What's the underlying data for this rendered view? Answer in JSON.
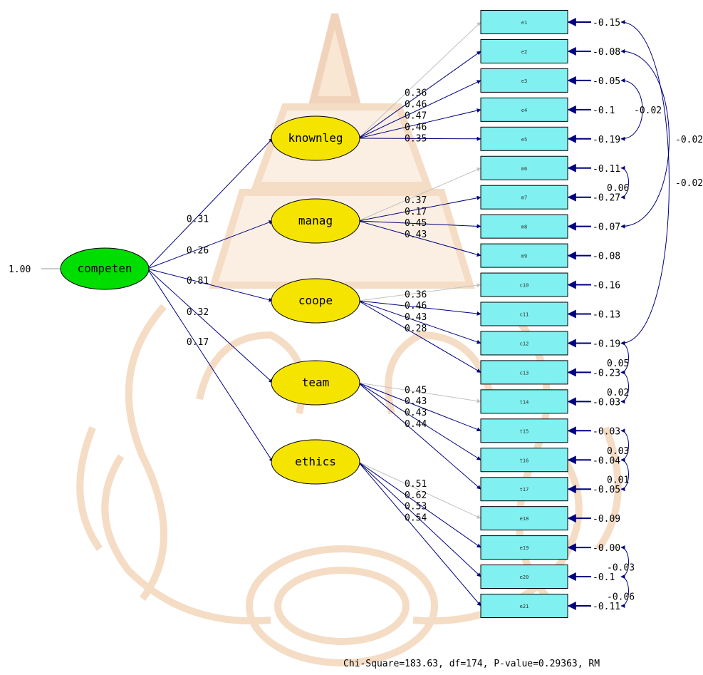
{
  "colors": {
    "latent_second": "#00dd00",
    "latent_first": "#f5e400",
    "observed": "#80f0f0",
    "path": "#000080",
    "path_fixed": "#c0c0c0",
    "watermark": "#e8b07a"
  },
  "variance_label": "1.00",
  "second_order": {
    "id": "competen",
    "label": "competen"
  },
  "factors": [
    {
      "id": "knownleg",
      "label": "knownleg",
      "loading_label": "0.31"
    },
    {
      "id": "manag",
      "label": "manag",
      "loading_label": "0.26"
    },
    {
      "id": "coope",
      "label": "coope",
      "loading_label": "0.81"
    },
    {
      "id": "team",
      "label": "team",
      "loading_label": "0.32"
    },
    {
      "id": "ethics",
      "label": "ethics",
      "loading_label": "0.17"
    }
  ],
  "observed": [
    {
      "id": "e1",
      "label": "e1",
      "factor": 0,
      "fixed": true,
      "loading_label": "0.36",
      "error_label": "0.15"
    },
    {
      "id": "e2",
      "label": "e2",
      "factor": 0,
      "fixed": false,
      "loading_label": "0.46",
      "error_label": "0.08"
    },
    {
      "id": "e3",
      "label": "e3",
      "factor": 0,
      "fixed": false,
      "loading_label": "0.47",
      "error_label": "0.05"
    },
    {
      "id": "e4",
      "label": "e4",
      "factor": 0,
      "fixed": false,
      "loading_label": "0.46",
      "error_label": "0.1"
    },
    {
      "id": "e5",
      "label": "e5",
      "factor": 0,
      "fixed": false,
      "loading_label": "0.35",
      "error_label": "0.19"
    },
    {
      "id": "m6",
      "label": "m6",
      "factor": 1,
      "fixed": true,
      "loading_label": "0.37",
      "error_label": "0.11"
    },
    {
      "id": "m7",
      "label": "m7",
      "factor": 1,
      "fixed": false,
      "loading_label": "0.17",
      "error_label": "0.27"
    },
    {
      "id": "m8",
      "label": "m8",
      "factor": 1,
      "fixed": false,
      "loading_label": "0.45",
      "error_label": "0.07"
    },
    {
      "id": "m9",
      "label": "m9",
      "factor": 1,
      "fixed": false,
      "loading_label": "0.43",
      "error_label": "0.08"
    },
    {
      "id": "c10",
      "label": "c10",
      "factor": 2,
      "fixed": true,
      "loading_label": "0.36",
      "error_label": "0.16"
    },
    {
      "id": "c11",
      "label": "c11",
      "factor": 2,
      "fixed": false,
      "loading_label": "0.46",
      "error_label": "0.13"
    },
    {
      "id": "c12",
      "label": "c12",
      "factor": 2,
      "fixed": false,
      "loading_label": "0.43",
      "error_label": "0.19"
    },
    {
      "id": "c13",
      "label": "c13",
      "factor": 2,
      "fixed": false,
      "loading_label": "0.28",
      "error_label": "0.23"
    },
    {
      "id": "t14",
      "label": "t14",
      "factor": 3,
      "fixed": true,
      "loading_label": "0.45",
      "error_label": "0.03"
    },
    {
      "id": "t15",
      "label": "t15",
      "factor": 3,
      "fixed": false,
      "loading_label": "0.43",
      "error_label": "0.03"
    },
    {
      "id": "t16",
      "label": "t16",
      "factor": 3,
      "fixed": false,
      "loading_label": "0.43",
      "error_label": "0.04"
    },
    {
      "id": "t17",
      "label": "t17",
      "factor": 3,
      "fixed": false,
      "loading_label": "0.44",
      "error_label": "0.05"
    },
    {
      "id": "e18",
      "label": "e18",
      "factor": 4,
      "fixed": true,
      "loading_label": "0.51",
      "error_label": "0.09"
    },
    {
      "id": "e19",
      "label": "e19",
      "factor": 4,
      "fixed": false,
      "loading_label": "0.62",
      "error_label": "0.00"
    },
    {
      "id": "e20",
      "label": "e20",
      "factor": 4,
      "fixed": false,
      "loading_label": "0.53",
      "error_label": "0.1"
    },
    {
      "id": "e21",
      "label": "e21",
      "factor": 4,
      "fixed": false,
      "loading_label": "0.54",
      "error_label": "0.11"
    }
  ],
  "covariances": [
    {
      "from": 0,
      "to": 11,
      "label": "-0.02"
    },
    {
      "from": 1,
      "to": 7,
      "label": "-0.02"
    },
    {
      "from": 2,
      "to": 4,
      "label": "-0.02"
    },
    {
      "from": 5,
      "to": 6,
      "label": "0.06"
    },
    {
      "from": 11,
      "to": 12,
      "label": "0.05"
    },
    {
      "from": 12,
      "to": 13,
      "label": "0.02"
    },
    {
      "from": 14,
      "to": 15,
      "label": "0.03"
    },
    {
      "from": 15,
      "to": 16,
      "label": "0.01"
    },
    {
      "from": 18,
      "to": 19,
      "label": "-0.03"
    },
    {
      "from": 19,
      "to": 20,
      "label": "-0.06"
    }
  ],
  "fit_statistics": "Chi-Square=183.63, df=174, P-value=0.29363, RM"
}
